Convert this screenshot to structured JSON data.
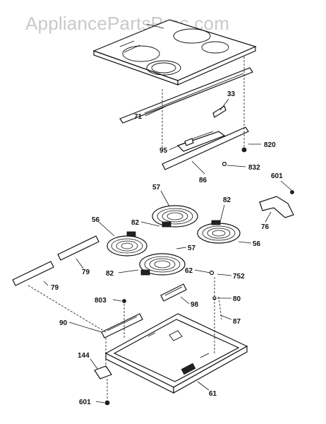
{
  "watermark": "AppliancePartsPros.com",
  "labels": {
    "l33": "33",
    "l71": "71",
    "l95": "95",
    "l86": "86",
    "l820": "820",
    "l832": "832",
    "l601_top": "601",
    "l76": "76",
    "l57_top": "57",
    "l82_left": "82",
    "l82_right": "82",
    "l56_left": "56",
    "l56_right": "56",
    "l57_mid": "57",
    "l82_low": "82",
    "l62": "62",
    "l752": "752",
    "l79_upper": "79",
    "l79_lower": "79",
    "l803": "803",
    "l90": "90",
    "l80": "80",
    "l87": "87",
    "l98": "98",
    "l144": "144",
    "l601_bottom": "601",
    "l61": "61"
  }
}
